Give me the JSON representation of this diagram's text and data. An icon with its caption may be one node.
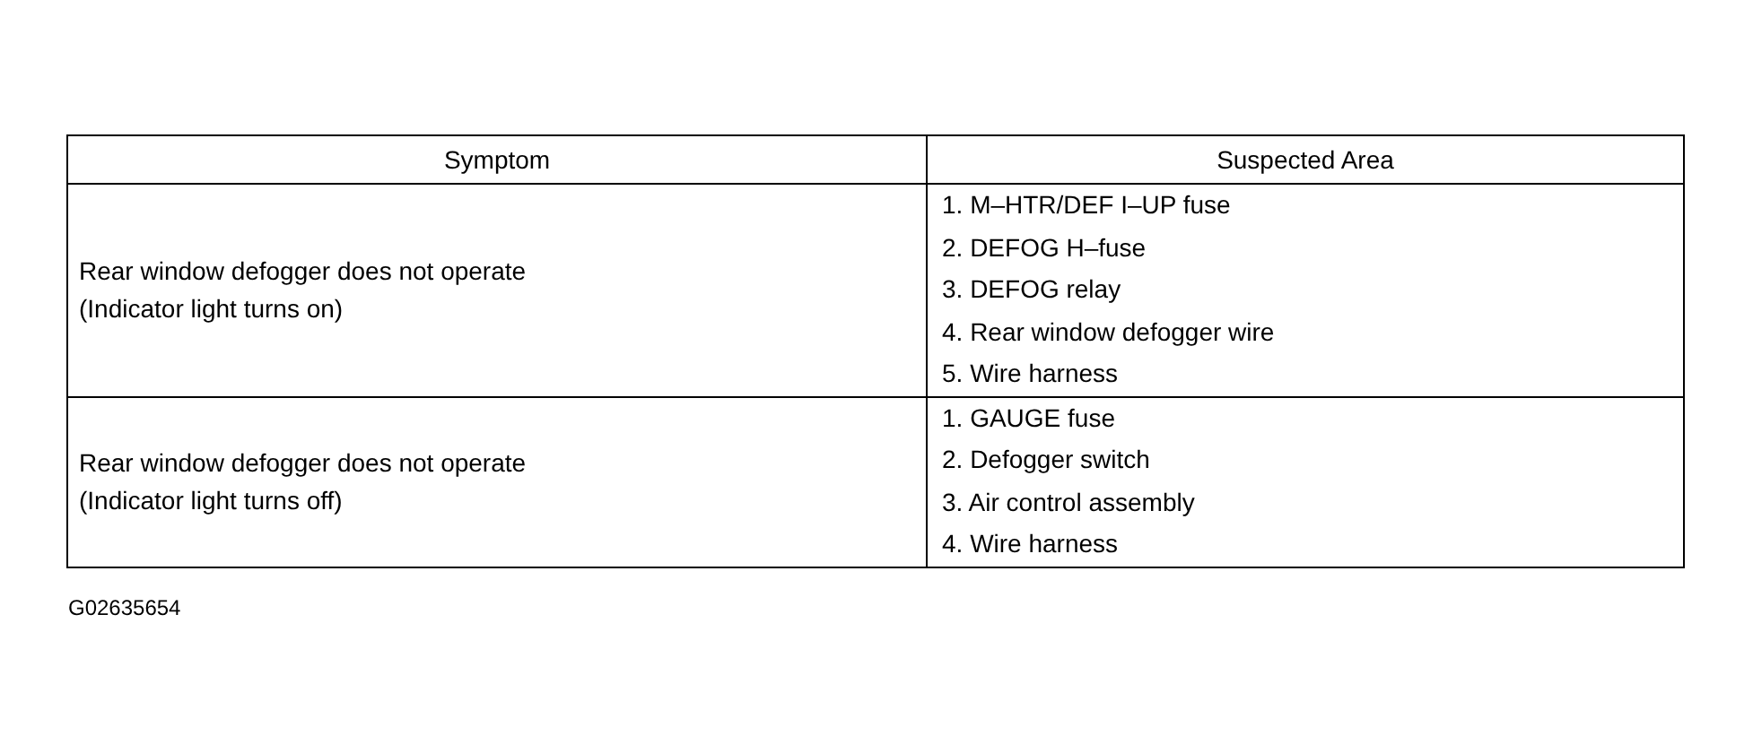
{
  "diagram": {
    "labels": [
      "Symptom",
      "Suspected Area",
      "Rear window defogger does not operate",
      "(Indicator light turns on)",
      "1.  M–HTR/DEF I–UP fuse",
      "2.  DEFOG H–fuse",
      "3.  DEFOG relay",
      "4.  Rear window defogger wire",
      "5.  Wire harness",
      "Rear window defogger does not operate",
      "(Indicator light turns off)",
      "1.  GAUGE fuse",
      "2.  Defogger switch",
      "3.  Air control assembly",
      "4.  Wire harness",
      "G02635654"
    ]
  }
}
